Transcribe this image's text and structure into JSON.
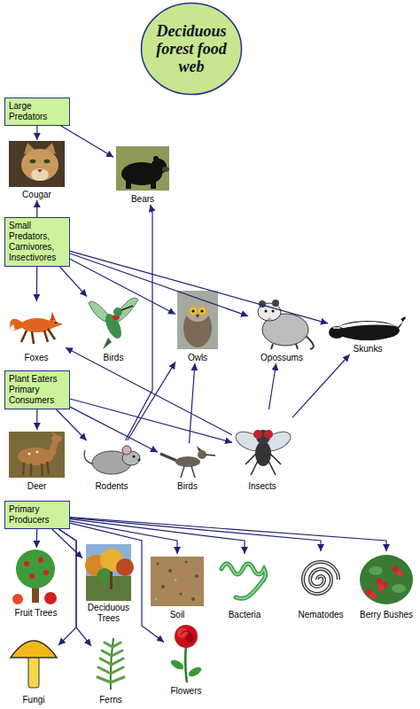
{
  "diagram": {
    "title": "Deciduous forest food web",
    "nodes": [
      {
        "text": [
          "Large Predators"
        ]
      },
      {
        "text": [
          "Cougar"
        ]
      },
      {
        "text": [
          "Bears"
        ]
      },
      {
        "text": [
          "Small Predators, Carnivores, Insectivores"
        ]
      },
      {
        "text": [
          "Foxes"
        ]
      },
      {
        "text": [
          "Birds"
        ]
      },
      {
        "text": [
          "Owls"
        ]
      },
      {
        "text": [
          "Opossums"
        ]
      },
      {
        "text": [
          "Skunks"
        ]
      },
      {
        "text": [
          "Plant Eaters Primary Consumers"
        ]
      },
      {
        "text": [
          "Deer"
        ]
      },
      {
        "text": [
          "Rodents"
        ]
      },
      {
        "text": [
          "Birds"
        ]
      },
      {
        "text": [
          "Insects"
        ]
      },
      {
        "text": [
          "Primary Producers"
        ]
      },
      {
        "text": [
          "Fruit Trees"
        ]
      },
      {
        "text": [
          "Deciduous Trees"
        ]
      },
      {
        "text": [
          "Soil"
        ]
      },
      {
        "text": [
          "Bacteria"
        ]
      },
      {
        "text": [
          "Nematodes"
        ]
      },
      {
        "text": [
          "Berry Bushes"
        ]
      },
      {
        "text": [
          "Fungi"
        ]
      },
      {
        "text": [
          "Ferns"
        ]
      },
      {
        "text": [
          "Flowers"
        ]
      }
    ],
    "edges": [
      {
        "from": 0,
        "to": 1,
        "arrow": "to"
      },
      {
        "from": 0,
        "to": 2,
        "arrow": "to"
      },
      {
        "from": 3,
        "to": 1,
        "arrow": "to"
      },
      {
        "from": 3,
        "to": 4,
        "arrow": "to"
      },
      {
        "from": 3,
        "to": 5,
        "arrow": "to"
      },
      {
        "from": 3,
        "to": 6,
        "arrow": "to"
      },
      {
        "from": 3,
        "to": 7,
        "arrow": "to"
      },
      {
        "from": 3,
        "to": 8,
        "arrow": "to"
      },
      {
        "from": 9,
        "to": 10,
        "arrow": "to"
      },
      {
        "from": 9,
        "to": 11,
        "arrow": "to"
      },
      {
        "from": 9,
        "to": 12,
        "arrow": "to"
      },
      {
        "from": 9,
        "to": 13,
        "arrow": "to"
      },
      {
        "from": 11,
        "to": 2,
        "arrow": "to"
      },
      {
        "from": 11,
        "to": 6,
        "arrow": "to"
      },
      {
        "from": 12,
        "to": 6,
        "arrow": "to"
      },
      {
        "from": 13,
        "to": 4,
        "arrow": "to"
      },
      {
        "from": 13,
        "to": 7,
        "arrow": "to"
      },
      {
        "from": 13,
        "to": 8,
        "arrow": "to"
      },
      {
        "from": 14,
        "to": 15,
        "arrow": "to"
      },
      {
        "from": 14,
        "to": 16,
        "arrow": "to"
      },
      {
        "from": 14,
        "to": 17,
        "arrow": "to"
      },
      {
        "from": 14,
        "to": 18,
        "arrow": "to"
      },
      {
        "from": 14,
        "to": 19,
        "arrow": "to"
      },
      {
        "from": 14,
        "to": 20,
        "arrow": "to"
      },
      {
        "from": 14,
        "to": 21,
        "arrow": "to"
      },
      {
        "from": 14,
        "to": 22,
        "arrow": "to"
      },
      {
        "from": 14,
        "to": 23,
        "arrow": "to"
      }
    ]
  }
}
